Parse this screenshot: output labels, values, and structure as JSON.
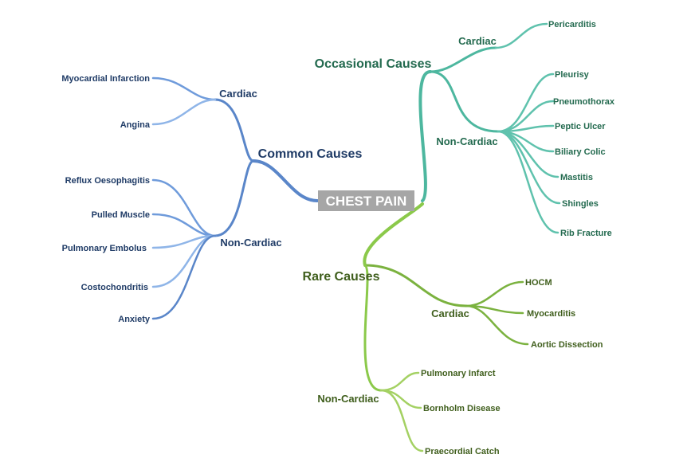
{
  "root": {
    "label": "CHEST PAIN"
  },
  "common": {
    "label": "Common Causes",
    "cardiac": {
      "label": "Cardiac",
      "items": [
        "Myocardial Infarction",
        "Angina"
      ]
    },
    "non_cardiac": {
      "label": "Non-Cardiac",
      "items": [
        "Reflux Oesophagitis",
        "Pulled Muscle",
        "Pulmonary Embolus",
        "Costochondritis",
        "Anxiety"
      ]
    }
  },
  "occasional": {
    "label": "Occasional Causes",
    "cardiac": {
      "label": "Cardiac",
      "items": [
        "Pericarditis"
      ]
    },
    "non_cardiac": {
      "label": "Non-Cardiac",
      "items": [
        "Pleurisy",
        "Pneumothorax",
        "Peptic Ulcer",
        "Biliary Colic",
        "Mastitis",
        "Shingles",
        "Rib Fracture"
      ]
    }
  },
  "rare": {
    "label": "Rare Causes",
    "cardiac": {
      "label": "Cardiac",
      "items": [
        "HOCM",
        "Myocarditis",
        "Aortic Dissection"
      ]
    },
    "non_cardiac": {
      "label": "Non-Cardiac",
      "items": [
        "Pulmonary Infarct",
        "Bornholm Disease",
        "Praecordial Catch"
      ]
    }
  },
  "colors": {
    "common": "#5a86c9",
    "occasional": "#4db79f",
    "rare": "#8bc94a",
    "root_box": "#a6a6a6"
  }
}
